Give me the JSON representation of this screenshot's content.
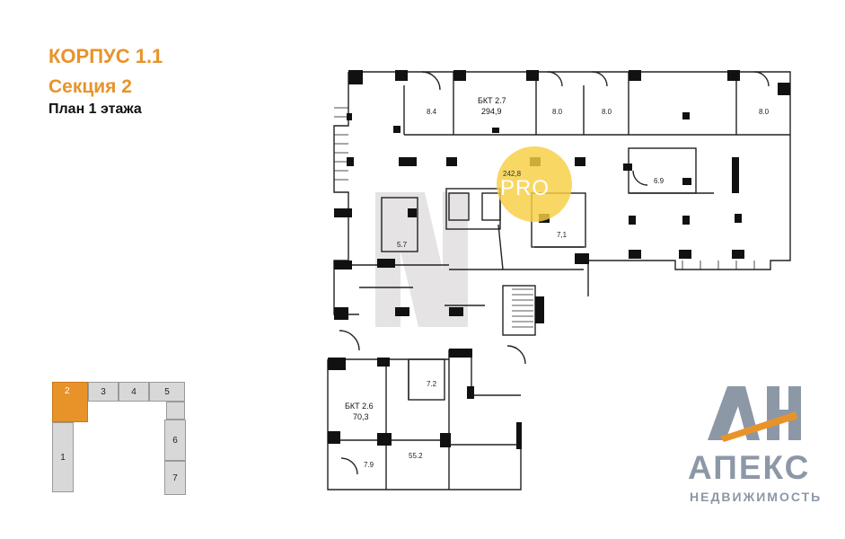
{
  "header": {
    "building": "КОРПУС 1.1",
    "section": "Секция 2",
    "floor_plan": "План 1 этажа"
  },
  "colors": {
    "accent": "#e8932a",
    "highlight": "#f6ce42",
    "wall": "#111111",
    "logo": "#8c98a6"
  },
  "key_plan": {
    "sections": [
      "2",
      "3",
      "4",
      "5",
      "1",
      "6",
      "7"
    ],
    "active_section": "2"
  },
  "badge": {
    "text": "PRO",
    "area": "242,8"
  },
  "rooms": {
    "r_84": "8.4",
    "bkt27_name": "БКТ 2.7",
    "bkt27_area": "294,9",
    "r_80a": "8.0",
    "r_80b": "8.0",
    "r_80c": "8.0",
    "r_69": "6.9",
    "r_71": "7,1",
    "r_57": "5.7",
    "r_72": "7.2",
    "bkt26_name": "БКТ 2.6",
    "bkt26_area": "70,3",
    "r_79": "7.9",
    "r_552": "55.2"
  },
  "logo": {
    "mark": "АН",
    "name": "АПЕКС",
    "tagline": "НЕДВИЖИМОСТЬ"
  }
}
